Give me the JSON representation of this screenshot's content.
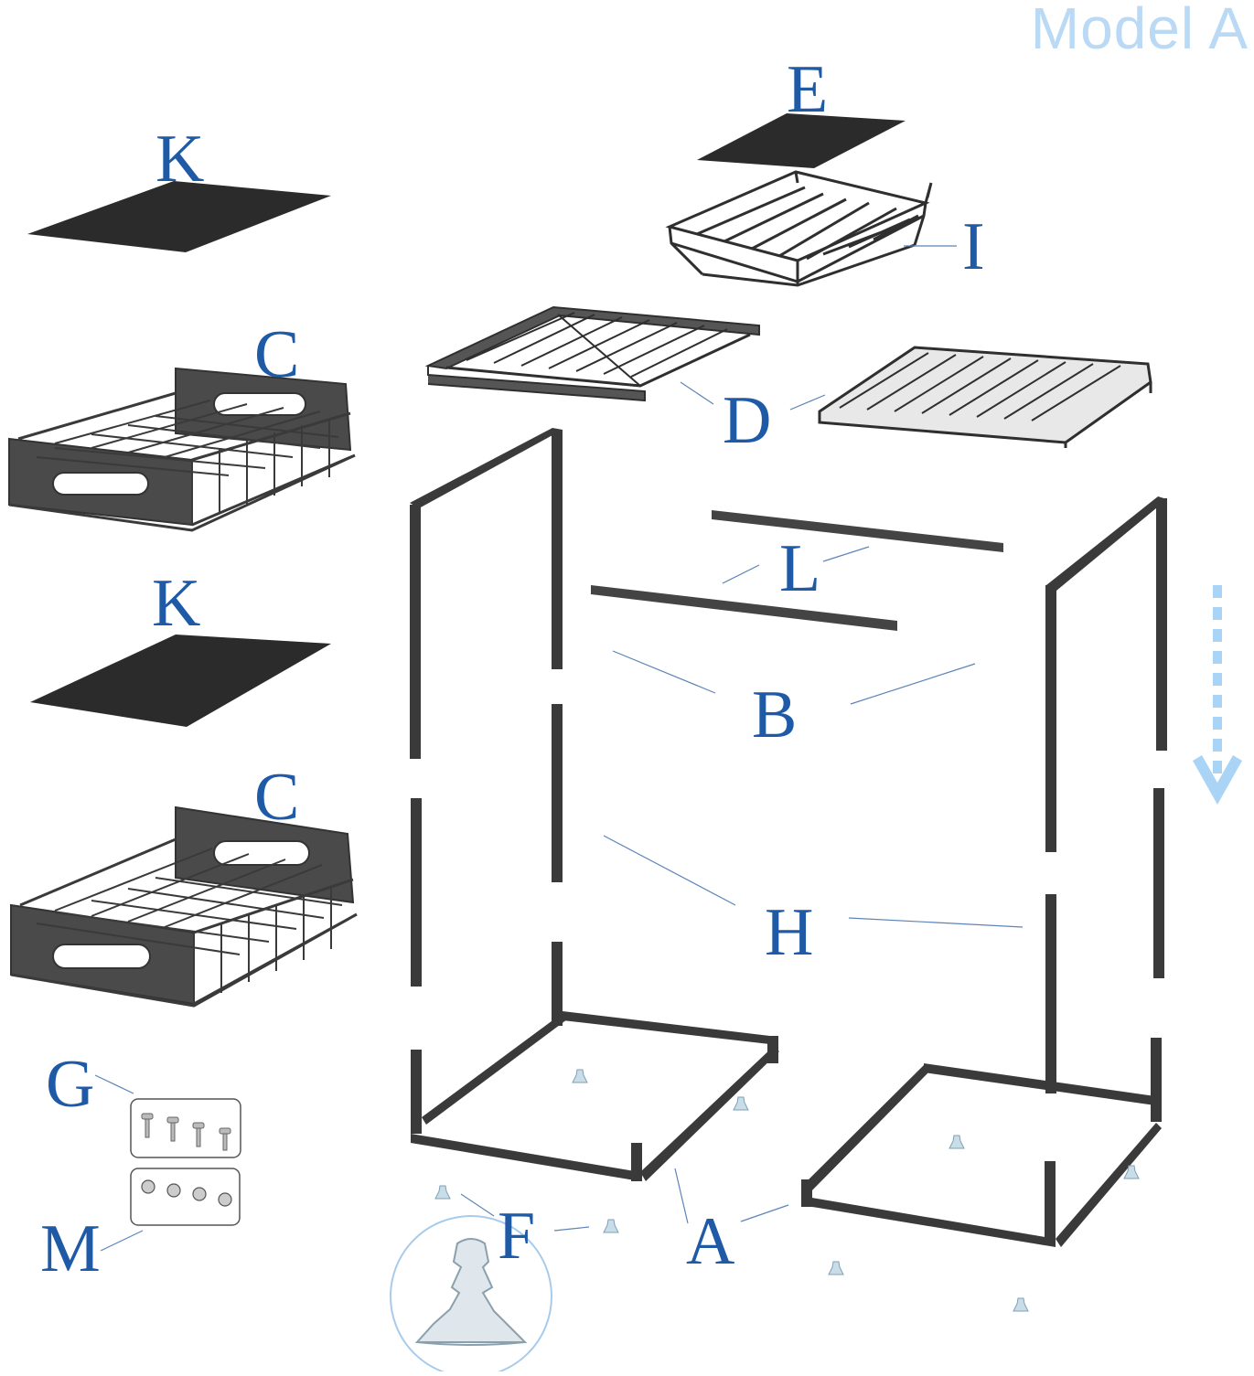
{
  "title": "Model A",
  "colors": {
    "label": "#1f5aa6",
    "title": "#b9d9f4",
    "part": "#3a3a3a",
    "mat": "#2b2b2b",
    "leader": "#5c84b8",
    "arrow": "#a9d4f5"
  },
  "labels": {
    "A": "A",
    "B": "B",
    "C1": "C",
    "C2": "C",
    "D": "D",
    "E": "E",
    "F": "F",
    "G": "G",
    "H": "H",
    "I": "I",
    "K1": "K",
    "K2": "K",
    "L": "L",
    "M": "M"
  },
  "icons": {
    "direction": "dashed-down-arrow-icon",
    "suction": "suction-cup-foot-icon",
    "screw": "screw-icon",
    "nut": "nut-icon"
  }
}
